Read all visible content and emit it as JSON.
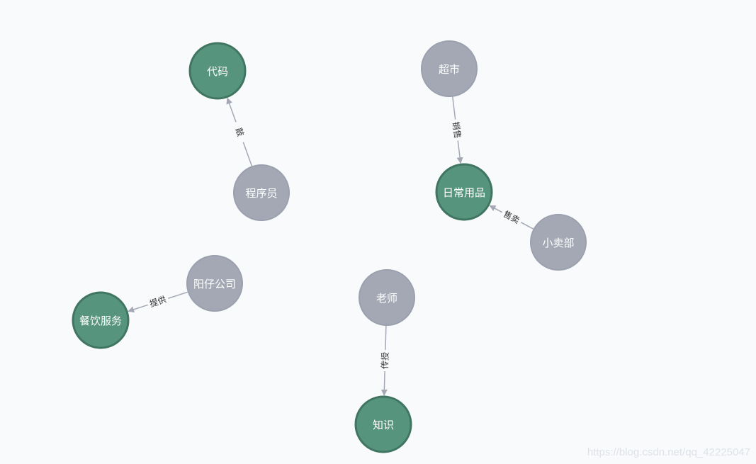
{
  "graph": {
    "nodes": [
      {
        "id": "n_daima",
        "label": "代码",
        "type": "target"
      },
      {
        "id": "n_chengxuyuan",
        "label": "程序员",
        "type": "source"
      },
      {
        "id": "n_chaoshi",
        "label": "超市",
        "type": "source"
      },
      {
        "id": "n_richang",
        "label": "日常用品",
        "type": "target"
      },
      {
        "id": "n_xiaomaibu",
        "label": "小卖部",
        "type": "source"
      },
      {
        "id": "n_yangzai",
        "label": "阳仔公司",
        "type": "source"
      },
      {
        "id": "n_canyin",
        "label": "餐饮服务",
        "type": "target"
      },
      {
        "id": "n_laoshi",
        "label": "老师",
        "type": "source"
      },
      {
        "id": "n_zhishi",
        "label": "知识",
        "type": "target"
      }
    ],
    "edges": [
      {
        "from": "n_chengxuyuan",
        "to": "n_daima",
        "label": "敲"
      },
      {
        "from": "n_chaoshi",
        "to": "n_richang",
        "label": "销售"
      },
      {
        "from": "n_xiaomaibu",
        "to": "n_richang",
        "label": "售卖"
      },
      {
        "from": "n_yangzai",
        "to": "n_canyin",
        "label": "提供"
      },
      {
        "from": "n_laoshi",
        "to": "n_zhishi",
        "label": "传授"
      }
    ]
  },
  "colors": {
    "source_fill": "#a3a8b4",
    "source_stroke": "#9aa0ad",
    "target_fill": "#57947e",
    "target_stroke": "#3f7561",
    "edge": "#a3a8b4",
    "edge_label": "#333333",
    "background": "#f8fafc"
  },
  "watermark": "https://blog.csdn.net/qq_42225047"
}
